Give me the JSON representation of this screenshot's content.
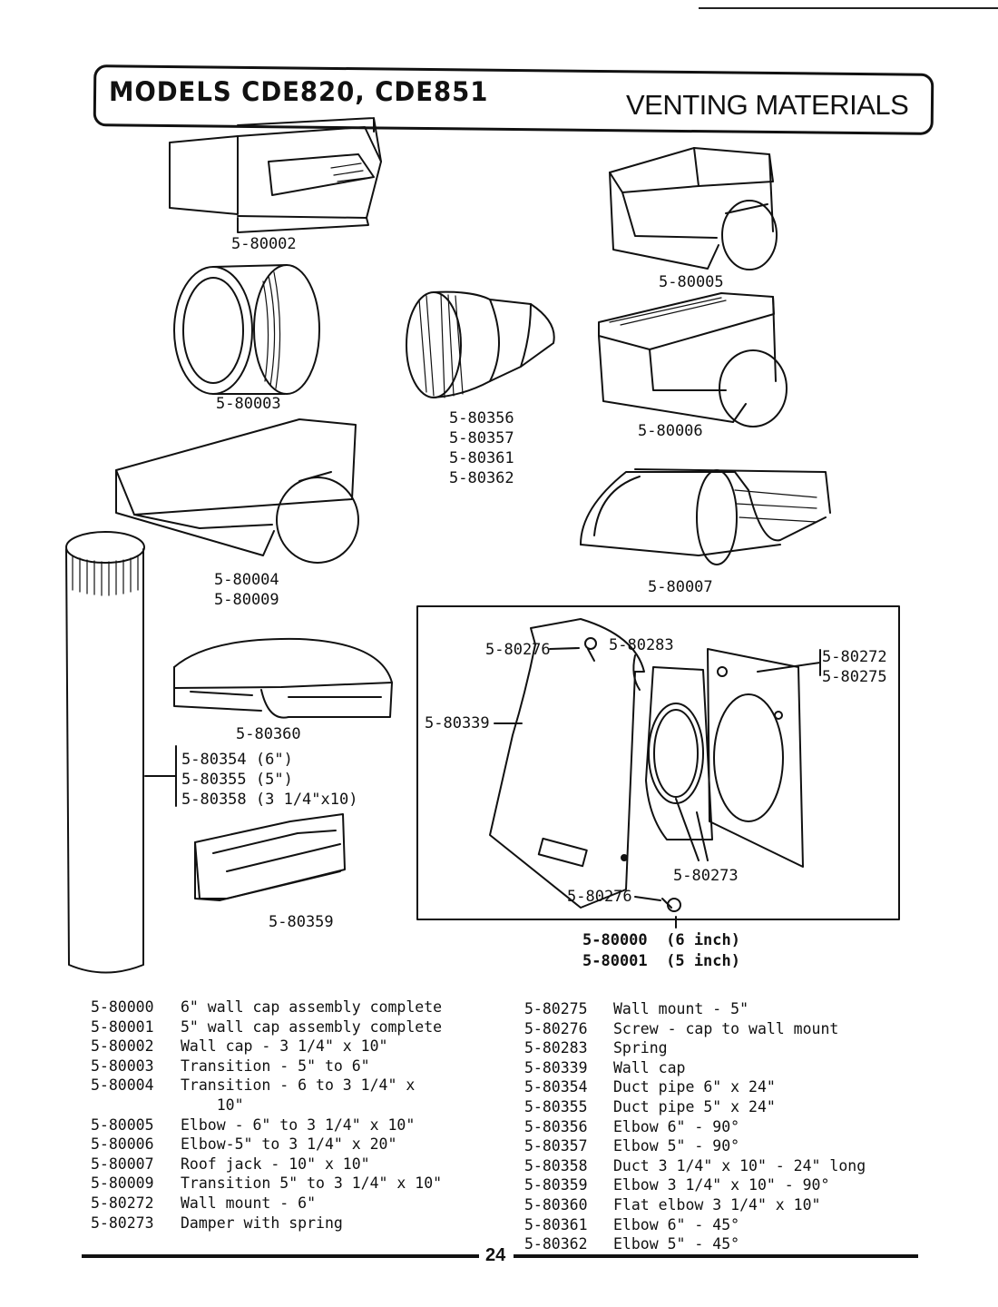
{
  "header": {
    "models": "MODELS CDE820, CDE851",
    "section": "VENTING MATERIALS"
  },
  "figure_labels": {
    "p80002": "5-80002",
    "p80003": "5-80003",
    "p80005": "5-80005",
    "p80356_group": [
      "5-80356",
      "5-80357",
      "5-80361",
      "5-80362"
    ],
    "p80006": "5-80006",
    "p80004_group": [
      "5-80004",
      "5-80009"
    ],
    "p80007": "5-80007",
    "p80360": "5-80360",
    "pipe_group": [
      "5-80354 (6\")",
      "5-80355 (5\")",
      "5-80358 (3 1/4\"x10)"
    ],
    "p80359": "5-80359",
    "inset": {
      "screw_top": "5-80276",
      "spring": "5-80283",
      "mount_group": [
        "5-80272",
        "5-80275"
      ],
      "wall_cap": "5-80339",
      "damper": "5-80273",
      "screw_bottom": "5-80276",
      "assembly": [
        "5-80000  (6 inch)",
        "5-80001  (5 inch)"
      ]
    }
  },
  "parts_left": [
    {
      "number": "5-80000",
      "description": "6\" wall cap assembly complete"
    },
    {
      "number": "5-80001",
      "description": "5\" wall cap assembly complete"
    },
    {
      "number": "5-80002",
      "description": "Wall cap - 3 1/4\" x 10\""
    },
    {
      "number": "5-80003",
      "description": "Transition - 5\" to 6\""
    },
    {
      "number": "5-80004",
      "description": "Transition - 6 to 3 1/4\" x\n    10\""
    },
    {
      "number": "5-80005",
      "description": "Elbow - 6\" to 3 1/4\" x 10\""
    },
    {
      "number": "5-80006",
      "description": "Elbow-5\" to 3 1/4\" x 20\""
    },
    {
      "number": "5-80007",
      "description": "Roof jack - 10\" x 10\""
    },
    {
      "number": "5-80009",
      "description": "Transition 5\" to 3 1/4\" x 10\""
    },
    {
      "number": "5-80272",
      "description": "Wall mount - 6\""
    },
    {
      "number": "5-80273",
      "description": "Damper with spring"
    }
  ],
  "parts_right": [
    {
      "number": "5-80275",
      "description": "Wall mount - 5\""
    },
    {
      "number": "5-80276",
      "description": "Screw - cap to wall mount"
    },
    {
      "number": "5-80283",
      "description": "Spring"
    },
    {
      "number": "5-80339",
      "description": "Wall cap"
    },
    {
      "number": "5-80354",
      "description": "Duct pipe 6\" x 24\""
    },
    {
      "number": "5-80355",
      "description": "Duct pipe 5\" x 24\""
    },
    {
      "number": "5-80356",
      "description": "Elbow 6\" - 90°"
    },
    {
      "number": "5-80357",
      "description": "Elbow 5\" - 90°"
    },
    {
      "number": "5-80358",
      "description": "Duct 3 1/4\" x 10\" - 24\" long"
    },
    {
      "number": "5-80359",
      "description": "Elbow 3 1/4\" x 10\" - 90°"
    },
    {
      "number": "5-80360",
      "description": "Flat elbow 3 1/4\" x 10\""
    },
    {
      "number": "5-80361",
      "description": "Elbow 6\" - 45°"
    },
    {
      "number": "5-80362",
      "description": "Elbow 5\" - 45°"
    }
  ],
  "footer": {
    "page_number": "24"
  }
}
